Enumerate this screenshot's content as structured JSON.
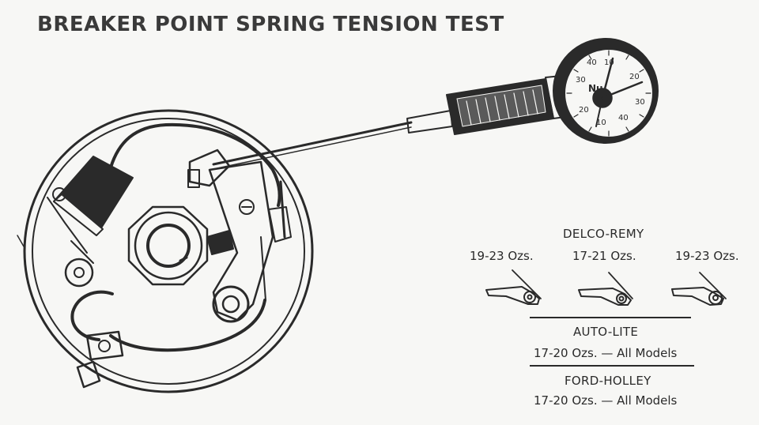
{
  "title": "BREAKER POINT SPRING TENSION TEST",
  "gauge": {
    "dial_numbers": [
      "10",
      "20",
      "30",
      "40",
      "10",
      "20",
      "30",
      "40"
    ],
    "brand_text": "Nu"
  },
  "specs": {
    "delco_remy": {
      "brand": "DELCO-REMY",
      "values": [
        "19-23 Ozs.",
        "17-21 Ozs.",
        "19-23 Ozs."
      ]
    },
    "auto_lite": {
      "brand": "AUTO-LITE",
      "value": "17-20 Ozs. — All Models"
    },
    "ford_holley": {
      "brand": "FORD-HOLLEY",
      "value": "17-20 Ozs. — All Models"
    }
  },
  "colors": {
    "ink": "#2a2a2a",
    "paper": "#f7f7f5"
  }
}
